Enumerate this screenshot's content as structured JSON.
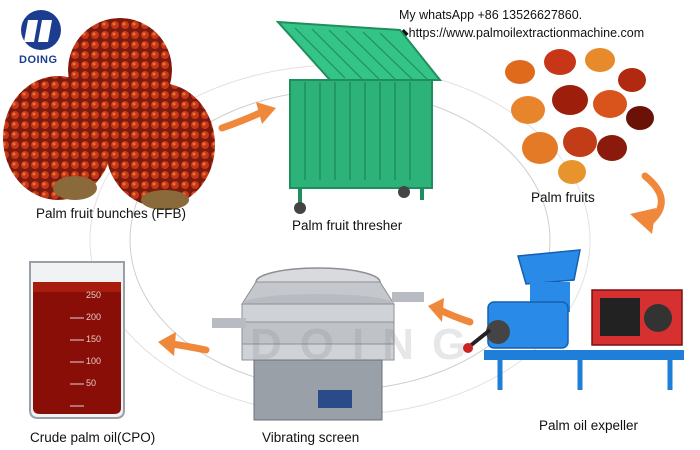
{
  "logo": {
    "text": "DOING"
  },
  "contact": {
    "whatsapp": "My whatsApp +86 13526627860.",
    "website": "https://www.palmoilextractionmachine.com"
  },
  "watermark": {
    "text": "DOING"
  },
  "steps": [
    {
      "label": "Palm fruit bunches (FFB)"
    },
    {
      "label": "Palm fruit thresher"
    },
    {
      "label": "Palm fruits"
    },
    {
      "label": "Palm oil expeller"
    },
    {
      "label": "Vibrating screen"
    },
    {
      "label": "Crude palm oil(CPO)"
    }
  ],
  "beaker": {
    "marks": [
      "250",
      "200",
      "150",
      "100",
      "50"
    ]
  },
  "colors": {
    "arrow": "#f0883c",
    "machine_green": "#2db37a",
    "oil": "#8a0e08",
    "logo_blue": "#1c3d8f"
  }
}
